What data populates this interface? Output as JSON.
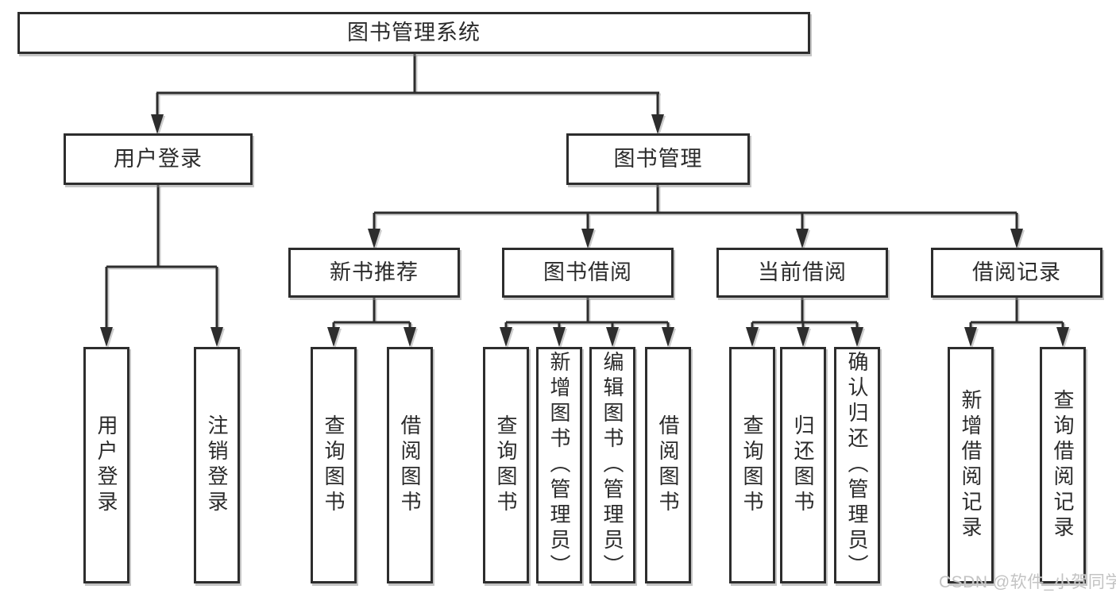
{
  "nodes": {
    "root": "图书管理系统",
    "level2": [
      "用户登录",
      "图书管理"
    ],
    "level3": [
      "新书推荐",
      "图书借阅",
      "当前借阅",
      "借阅记录"
    ],
    "leaves": {
      "user": [
        "用户登录",
        "注销登录"
      ],
      "recommend": [
        "查询图书",
        "借阅图书"
      ],
      "borrow": [
        "查询图书",
        "新增图书（管理员）",
        "编辑图书（管理员）",
        "借阅图书"
      ],
      "current": [
        "查询图书",
        "归还图书",
        "确认归还（管理员）"
      ],
      "records": [
        "新增借阅记录",
        "查询借阅记录"
      ]
    }
  },
  "watermark": "CSDN @软件_小贺同学",
  "colors": {
    "line": "#2d2d2d",
    "text": "#2b2b2b",
    "watermark": "#c3c3c3",
    "background": "#ffffff"
  }
}
